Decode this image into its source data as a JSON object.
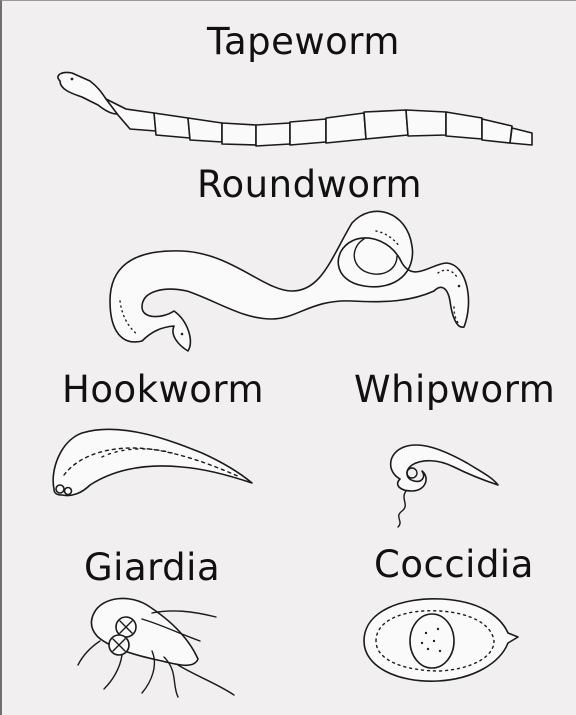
{
  "labels": {
    "tapeworm": "Tapeworm",
    "roundworm": "Roundworm",
    "hookworm": "Hookworm",
    "whipworm": "Whipworm",
    "giardia": "Giardia",
    "coccidia": "Coccidia"
  },
  "colors": {
    "background": "#f1efef",
    "ink": "#1a1a1a",
    "fill": "#fbfafa"
  }
}
